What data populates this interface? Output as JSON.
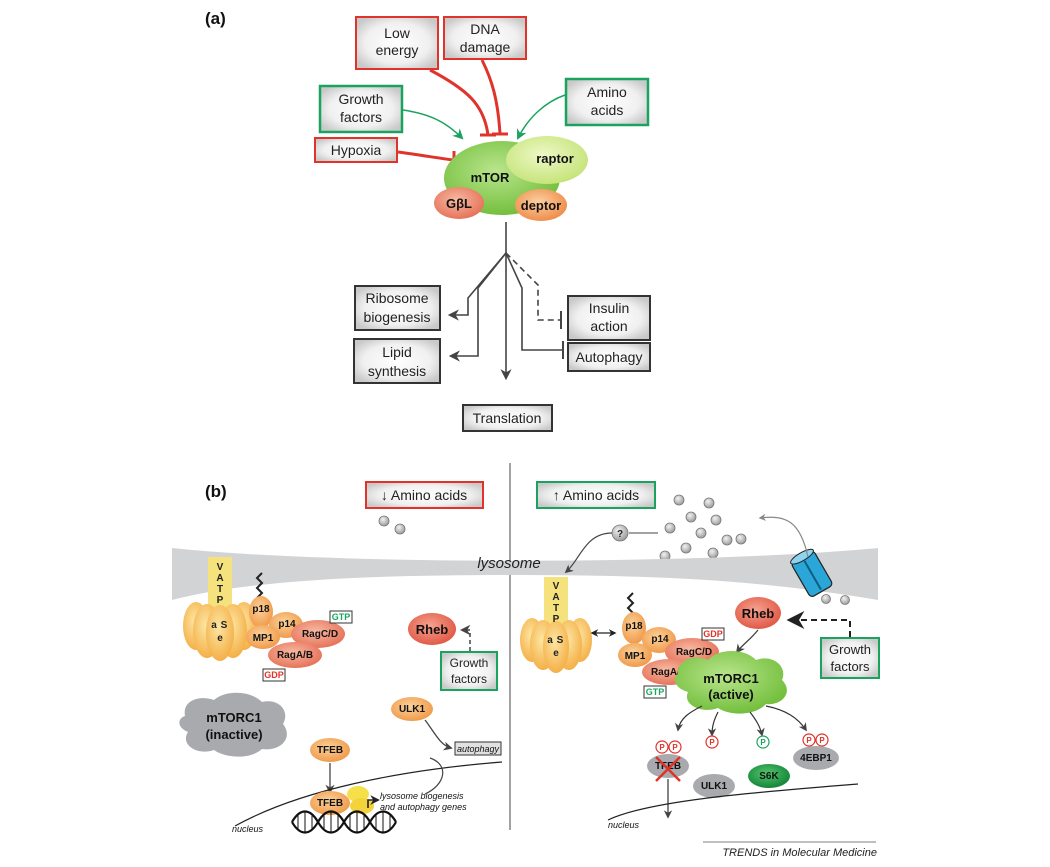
{
  "panel_a": {
    "label": "(a)",
    "inputs": {
      "low_energy": [
        "Low",
        "energy"
      ],
      "dna_damage": [
        "DNA",
        "damage"
      ],
      "growth_factors": [
        "Growth",
        "factors"
      ],
      "amino_acids": [
        "Amino",
        "acids"
      ],
      "hypoxia": [
        "Hypoxia"
      ]
    },
    "complex": {
      "mtor": "mTOR",
      "raptor": "raptor",
      "gbl": "GβL",
      "deptor": "deptor"
    },
    "outputs": {
      "ribosome": [
        "Ribosome",
        "biogenesis"
      ],
      "lipid": [
        "Lipid",
        "synthesis"
      ],
      "translation": [
        "Translation"
      ],
      "insulin": [
        "Insulin",
        "action"
      ],
      "autophagy": [
        "Autophagy"
      ]
    }
  },
  "panel_b": {
    "label": "(b)",
    "left_header": "↓ Amino acids",
    "right_header": "↑ Amino acids",
    "lysosome": "lysosome",
    "question": "?",
    "vatpase": [
      "V",
      "A",
      "T",
      "P",
      "a",
      "S",
      "e"
    ],
    "ragulator": {
      "p18": "p18",
      "p14": "p14",
      "mp1": "MP1",
      "ragcd": "RagC/D",
      "ragab": "RagA/B"
    },
    "gtp": "GTP",
    "gdp": "GDP",
    "rheb": "Rheb",
    "growth_factors": [
      "Growth",
      "factors"
    ],
    "mtorc1_inactive": [
      "mTORC1",
      "(inactive)"
    ],
    "mtorc1_active": [
      "mTORC1",
      "(active)"
    ],
    "tfeb": "TFEB",
    "ulk1": "ULK1",
    "s6k": "S6K",
    "ebp1": "4EBP1",
    "p": "P",
    "autophagy": "autophagy",
    "genes": [
      "lysosome biogenesis",
      "and autophagy genes"
    ],
    "nucleus": "nucleus"
  },
  "footer": "TRENDS in Molecular Medicine",
  "colors": {
    "red": "#e0332b",
    "green": "#1aa35f",
    "mtor_green": "#8ccf55",
    "raptor": "#d7ec9b",
    "salmon": "#ee8a6c",
    "orange": "#f3a45a",
    "grey_membrane": "#d2d3d5",
    "grey_complex": "#a8aaad",
    "arrow": "#444444"
  }
}
